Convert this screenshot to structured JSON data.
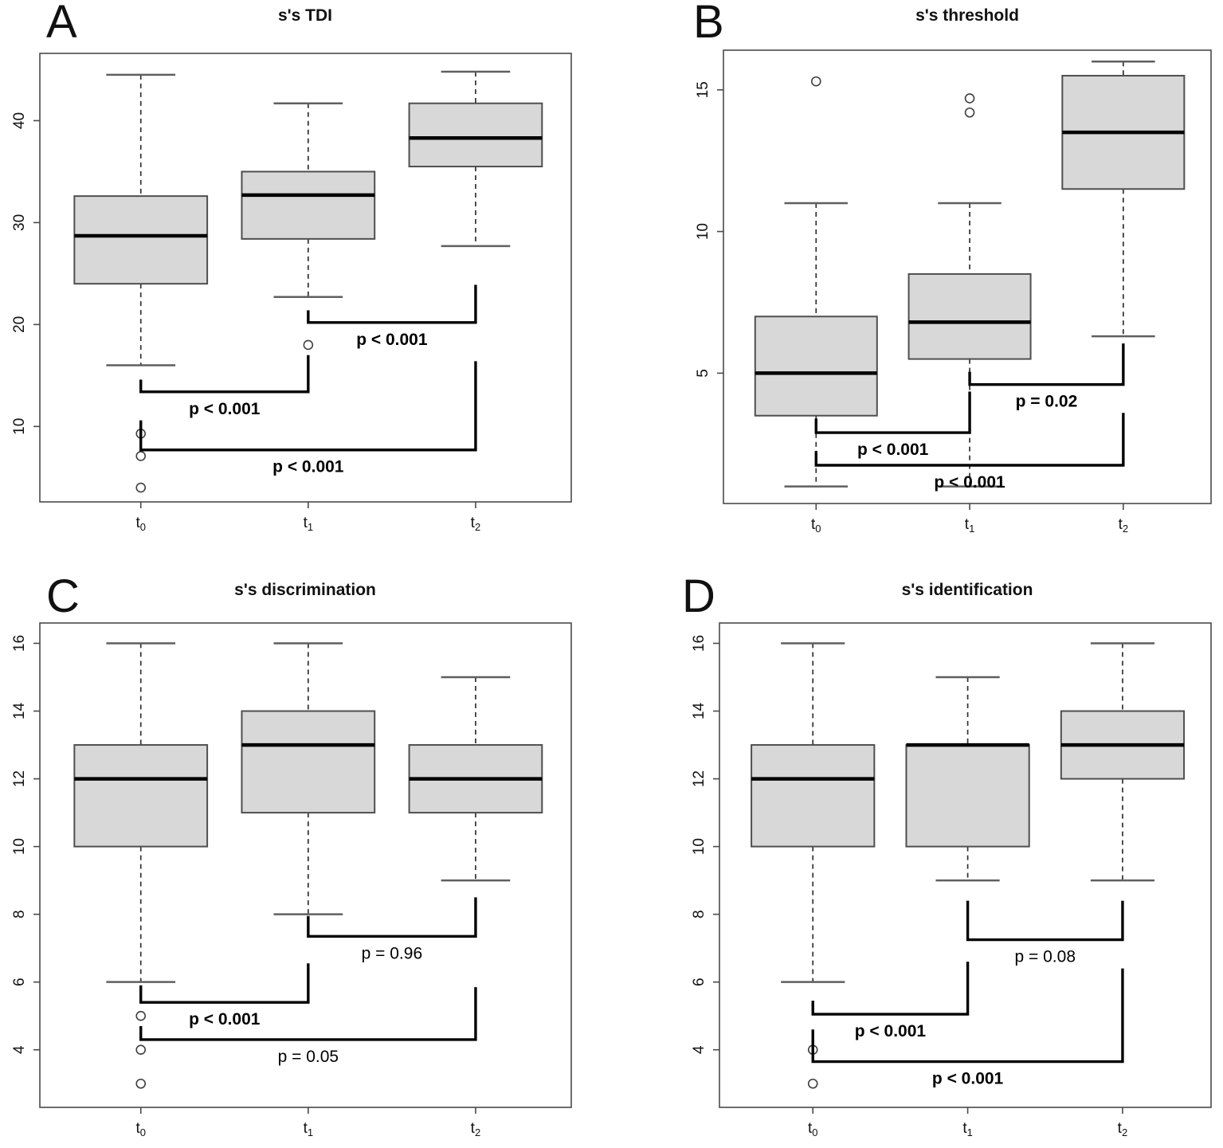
{
  "figure": {
    "background": "#ffffff"
  },
  "styles": {
    "box_fill": "#d8d8d8",
    "box_border": "#4f4f4f",
    "median_color": "#000000",
    "whisker_color": "#303030",
    "cap_color": "#5f5f5f",
    "outlier_stroke": "#3f3f3f",
    "bracket_color": "#000000",
    "axis_color": "#4a4a4a",
    "tick_label_color": "#111111"
  },
  "chart_data": [
    {
      "panel_letter": "A",
      "title": "s's TDI",
      "type": "boxplot",
      "ylim": [
        2.6,
        46.6
      ],
      "yticks": [
        10,
        20,
        30,
        40
      ],
      "categories": [
        {
          "base": "t",
          "sub": "0"
        },
        {
          "base": "t",
          "sub": "1"
        },
        {
          "base": "t",
          "sub": "2"
        }
      ],
      "boxes": [
        {
          "low": 16.0,
          "q1": 24.0,
          "median": 28.7,
          "q3": 32.6,
          "high": 44.5,
          "outliers": [
            9.3,
            7.1,
            4.0
          ]
        },
        {
          "low": 22.7,
          "q1": 28.4,
          "median": 32.7,
          "q3": 35.0,
          "high": 41.7,
          "outliers": [
            18.0
          ]
        },
        {
          "low": 27.7,
          "q1": 35.5,
          "median": 38.3,
          "q3": 41.7,
          "high": 44.8,
          "outliers": []
        }
      ],
      "brackets": [
        {
          "from": 1,
          "to": 2,
          "y": 20.2,
          "left_top": 21.4,
          "right_top": 23.9,
          "label": "p < 0.001",
          "bold": true
        },
        {
          "from": 0,
          "to": 1,
          "y": 13.4,
          "left_top": 14.6,
          "right_top": 17.0,
          "label": "p < 0.001",
          "bold": true
        },
        {
          "from": 0,
          "to": 2,
          "y": 7.7,
          "left_top": 10.6,
          "right_top": 16.4,
          "label": "p < 0.001",
          "bold": true
        }
      ]
    },
    {
      "panel_letter": "B",
      "title": "s's threshold",
      "type": "boxplot",
      "ylim": [
        0.4,
        16.4
      ],
      "yticks": [
        5,
        10,
        15
      ],
      "categories": [
        {
          "base": "t",
          "sub": "0"
        },
        {
          "base": "t",
          "sub": "1"
        },
        {
          "base": "t",
          "sub": "2"
        }
      ],
      "boxes": [
        {
          "low": 1.0,
          "q1": 3.5,
          "median": 5.0,
          "q3": 7.0,
          "high": 11.0,
          "outliers": [
            15.3
          ]
        },
        {
          "low": 1.0,
          "q1": 5.5,
          "median": 6.8,
          "q3": 8.5,
          "high": 11.0,
          "outliers": [
            14.7,
            14.2
          ]
        },
        {
          "low": 6.3,
          "q1": 11.5,
          "median": 13.5,
          "q3": 15.5,
          "high": 16.0,
          "outliers": []
        }
      ],
      "brackets": [
        {
          "from": 1,
          "to": 2,
          "y": 4.6,
          "left_top": 5.05,
          "right_top": 6.05,
          "label": "p = 0.02",
          "bold": true
        },
        {
          "from": 0,
          "to": 1,
          "y": 2.9,
          "left_top": 3.4,
          "right_top": 4.35,
          "label": "p < 0.001",
          "bold": true
        },
        {
          "from": 0,
          "to": 2,
          "y": 1.75,
          "left_top": 2.25,
          "right_top": 3.6,
          "label": "p < 0.001",
          "bold": true
        }
      ]
    },
    {
      "panel_letter": "C",
      "title": "s's discrimination",
      "type": "boxplot",
      "ylim": [
        2.3,
        16.6
      ],
      "yticks": [
        4,
        6,
        8,
        10,
        12,
        14,
        16
      ],
      "categories": [
        {
          "base": "t",
          "sub": "0"
        },
        {
          "base": "t",
          "sub": "1"
        },
        {
          "base": "t",
          "sub": "2"
        }
      ],
      "boxes": [
        {
          "low": 6.0,
          "q1": 10.0,
          "median": 12.0,
          "q3": 13.0,
          "high": 16.0,
          "outliers": [
            5.0,
            4.0,
            3.0
          ]
        },
        {
          "low": 8.0,
          "q1": 11.0,
          "median": 13.0,
          "q3": 14.0,
          "high": 16.0,
          "outliers": []
        },
        {
          "low": 9.0,
          "q1": 11.0,
          "median": 12.0,
          "q3": 13.0,
          "high": 15.0,
          "outliers": []
        }
      ],
      "brackets": [
        {
          "from": 1,
          "to": 2,
          "y": 7.35,
          "left_top": 7.95,
          "right_top": 8.5,
          "label": "p = 0.96",
          "bold": false
        },
        {
          "from": 0,
          "to": 1,
          "y": 5.4,
          "left_top": 5.9,
          "right_top": 6.55,
          "label": "p < 0.001",
          "bold": true
        },
        {
          "from": 0,
          "to": 2,
          "y": 4.3,
          "left_top": 4.7,
          "right_top": 5.85,
          "label": "p = 0.05",
          "bold": false
        }
      ]
    },
    {
      "panel_letter": "D",
      "title": "s's identification",
      "type": "boxplot",
      "ylim": [
        2.3,
        16.6
      ],
      "yticks": [
        4,
        6,
        8,
        10,
        12,
        14,
        16
      ],
      "categories": [
        {
          "base": "t",
          "sub": "0"
        },
        {
          "base": "t",
          "sub": "1"
        },
        {
          "base": "t",
          "sub": "2"
        }
      ],
      "boxes": [
        {
          "low": 6.0,
          "q1": 10.0,
          "median": 12.0,
          "q3": 13.0,
          "high": 16.0,
          "outliers": [
            4.0,
            3.0
          ]
        },
        {
          "low": 9.0,
          "q1": 10.0,
          "median": 13.0,
          "q3": 13.0,
          "high": 15.0,
          "outliers": []
        },
        {
          "low": 9.0,
          "q1": 12.0,
          "median": 13.0,
          "q3": 14.0,
          "high": 16.0,
          "outliers": []
        }
      ],
      "brackets": [
        {
          "from": 1,
          "to": 2,
          "y": 7.25,
          "left_top": 8.4,
          "right_top": 8.4,
          "label": "p = 0.08",
          "bold": false
        },
        {
          "from": 0,
          "to": 1,
          "y": 5.05,
          "left_top": 5.45,
          "right_top": 6.6,
          "label": "p < 0.001",
          "bold": true
        },
        {
          "from": 0,
          "to": 2,
          "y": 3.65,
          "left_top": 4.6,
          "right_top": 6.4,
          "label": "p < 0.001",
          "bold": true
        }
      ]
    }
  ]
}
